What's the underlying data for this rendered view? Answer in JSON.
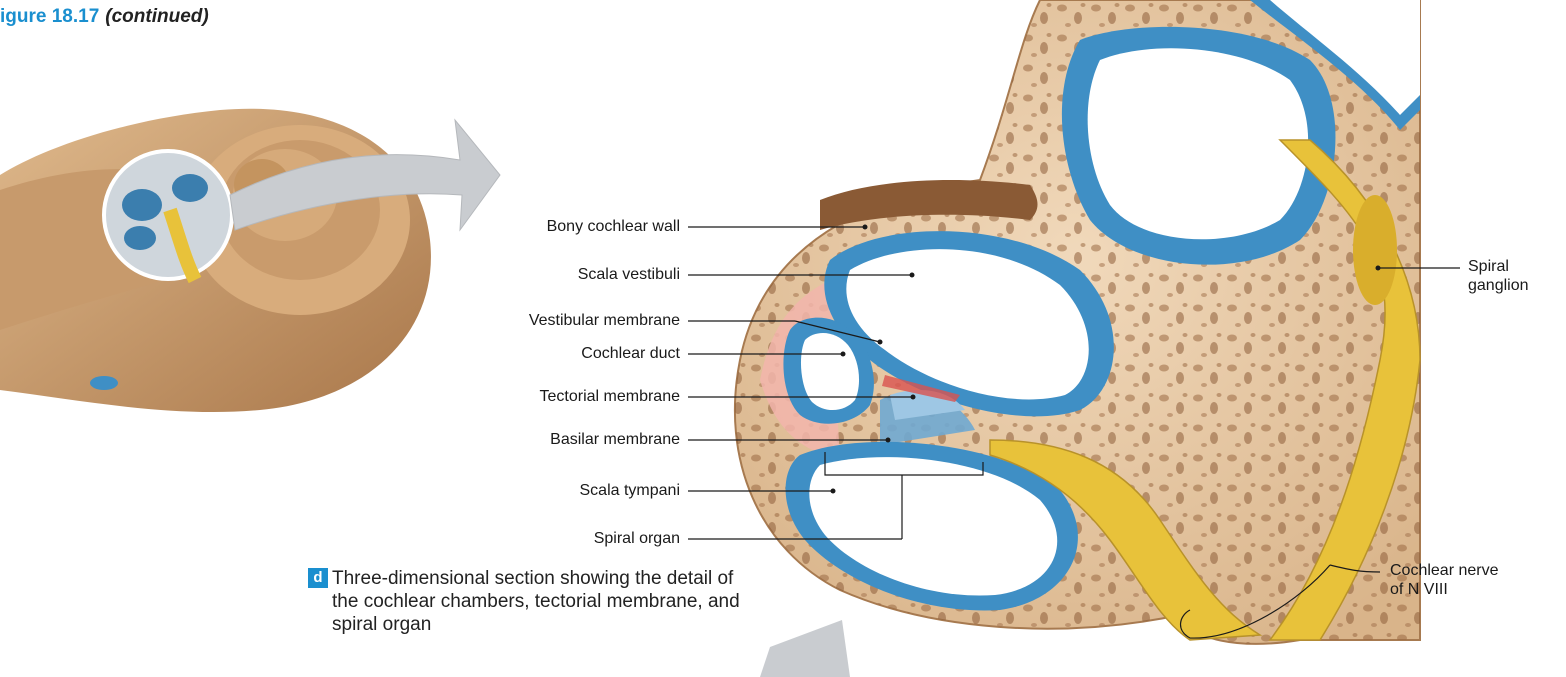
{
  "figure": {
    "number": "igure 18.17",
    "continued": "(continued)"
  },
  "labels": {
    "bony_cochlear_wall": "Bony cochlear wall",
    "scala_vestibuli": "Scala vestibuli",
    "vestibular_membrane": "Vestibular membrane",
    "cochlear_duct": "Cochlear duct",
    "tectorial_membrane": "Tectorial membrane",
    "basilar_membrane": "Basilar membrane",
    "scala_tympani": "Scala tympani",
    "spiral_organ": "Spiral organ",
    "spiral_ganglion": "Spiral\nganglion",
    "cochlear_nerve": "Cochlear nerve\nof N VIII"
  },
  "caption": {
    "badge": "d",
    "text": "Three-dimensional section showing the detail of the cochlear chambers, tectorial membrane, and spiral organ"
  },
  "colors": {
    "accent": "#1a8fcf",
    "bone": "#e9c9a4",
    "chamber": "#3f8fc5",
    "nerve": "#e8c23a",
    "pink": "#f2b5ab"
  }
}
